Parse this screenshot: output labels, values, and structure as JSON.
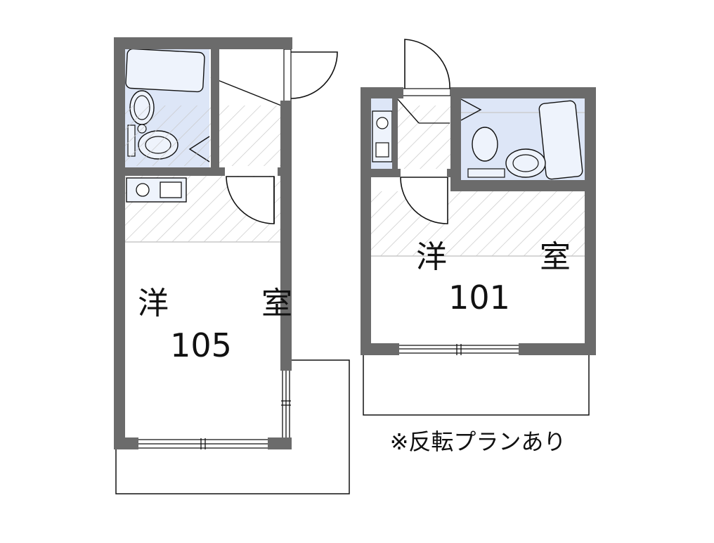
{
  "units": [
    {
      "room_type": "洋　室",
      "room_number": "105"
    },
    {
      "room_type": "洋　室",
      "room_number": "101"
    }
  ],
  "note": "※反転プランあり",
  "colors": {
    "wall": "#6b6b6b",
    "bath_fill": "#dde6f7",
    "fixture_fill": "#eef3fc",
    "hatch": "#c8c8c8",
    "line": "#111111"
  }
}
